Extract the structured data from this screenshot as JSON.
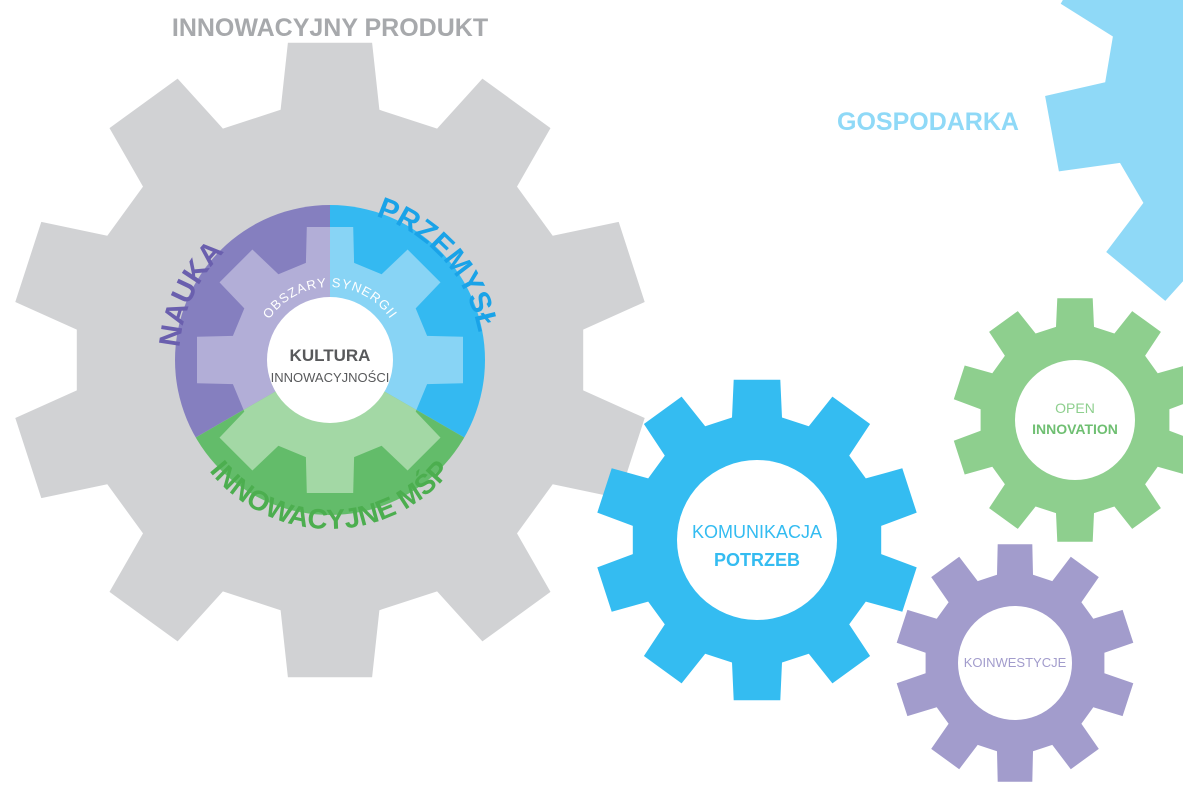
{
  "title": "INNOWACYJNY PRODUKT",
  "economy_label": "GOSPODARKA",
  "main_gear": {
    "sectors": {
      "science": "NAUKA",
      "industry": "PRZEMYSŁ",
      "sme": "INNOWACYJNE MŚP"
    },
    "synergy_label": "OBSZARY SYNERGII",
    "core": {
      "line1": "KULTURA",
      "line2": "INNOWACYJNOŚCI"
    }
  },
  "gears": {
    "communication": {
      "line1": "KOMUNIKACJA",
      "line2": "POTRZEB"
    },
    "open_innovation": {
      "line1": "OPEN",
      "line2": "INNOVATION"
    },
    "coinvestment": {
      "line1": "KOINWESTYCJE"
    }
  },
  "colors": {
    "gray_gear": "#d1d2d4",
    "science": "#857fbf",
    "science_light": "#b2aed7",
    "industry": "#34b9f1",
    "industry_light": "#88d4f5",
    "sme": "#63bc6a",
    "sme_light": "#a3d8a5",
    "economy": "#8fd9f7",
    "communication": "#34bcf1",
    "open_innovation": "#8ecf8e",
    "coinvestment": "#a29ccc",
    "title_text": "#a7a9ac",
    "core_text": "#58595b"
  }
}
